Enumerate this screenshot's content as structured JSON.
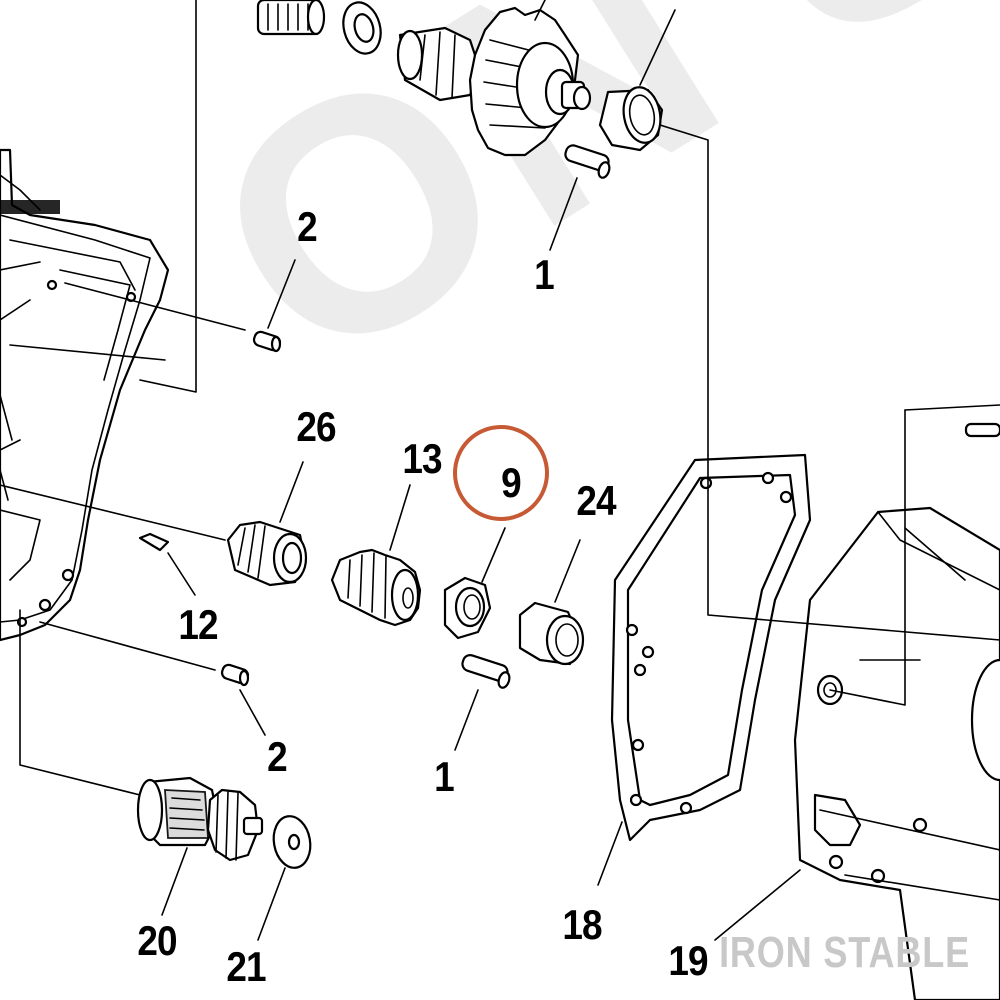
{
  "diagram": {
    "callouts": [
      "1",
      "2",
      "26",
      "13",
      "9",
      "24",
      "12",
      "2",
      "1",
      "20",
      "21",
      "18",
      "19"
    ],
    "highlighted_callout": "9",
    "highlight_color": "#c65a34"
  },
  "watermark": {
    "text": "IRON STABLE",
    "background_text": "ON STAB",
    "color": "#c8c8c8"
  }
}
